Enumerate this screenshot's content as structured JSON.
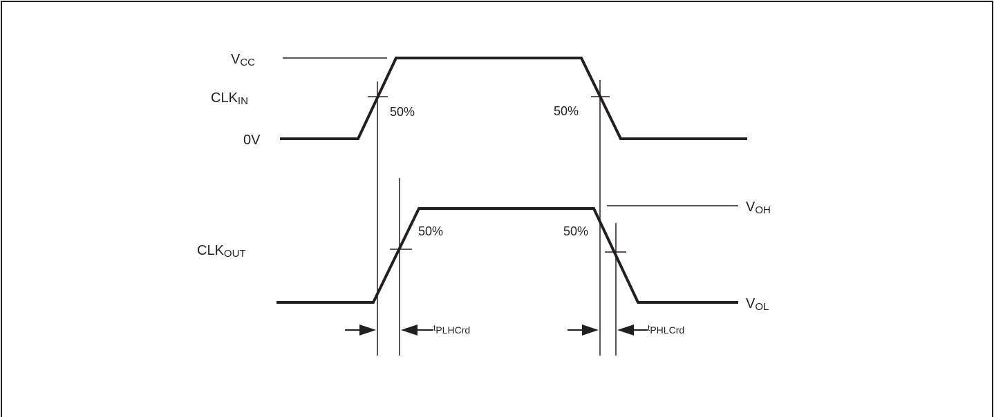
{
  "diagram": {
    "labels": {
      "vcc_main": "V",
      "vcc_sub": "CC",
      "clkin_main": "CLK",
      "clkin_sub": "IN",
      "zero_v": "0V",
      "clkout_main": "CLK",
      "clkout_sub": "OUT",
      "voh_main": "V",
      "voh_sub": "OH",
      "vol_main": "V",
      "vol_sub": "OL",
      "pct_in_rise": "50%",
      "pct_in_fall": "50%",
      "pct_out_rise": "50%",
      "pct_out_fall": "50%",
      "tplh_prefix": "t",
      "tplh_sub": "PLHCrd",
      "tphl_prefix": "t",
      "tphl_sub": "PHLCrd"
    },
    "colors": {
      "ink": "#231f20",
      "border": "#231f20",
      "background": "#ffffff"
    }
  }
}
